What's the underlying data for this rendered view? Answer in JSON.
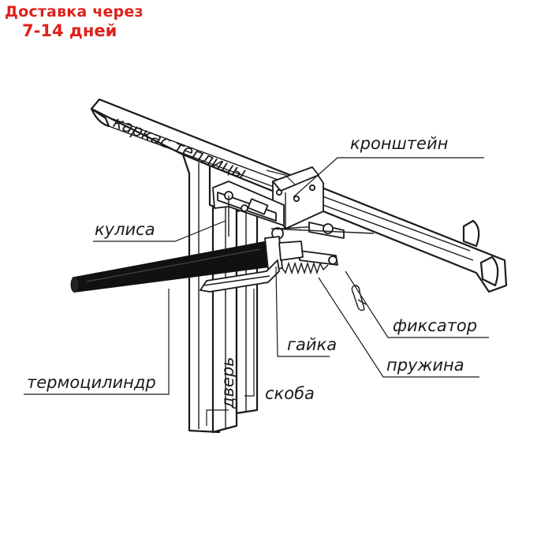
{
  "banner": {
    "line1": "Доставка через",
    "line2": "7-14 дней",
    "color": "#e0201b"
  },
  "labels": {
    "frame": "каркас теплицы",
    "bracket": "кронштейн",
    "slider": "кулиса",
    "thermocylinder": "термоцилиндр",
    "door": "дверь",
    "clamp": "скоба",
    "nut": "гайка",
    "retainer": "фиксатор",
    "spring": "пружина"
  }
}
